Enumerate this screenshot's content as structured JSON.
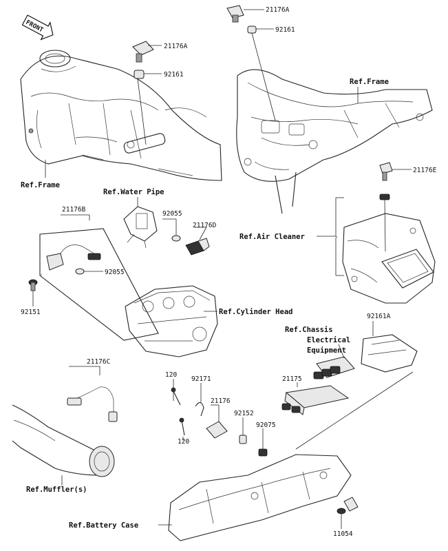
{
  "front_badge": "FRONT",
  "refs": {
    "frame_left": "Ref.Frame",
    "frame_right": "Ref.Frame",
    "water_pipe": "Ref.Water Pipe",
    "air_cleaner": "Ref.Air Cleaner",
    "cylinder_head": "Ref.Cylinder Head",
    "chassis_line1": "Ref.Chassis",
    "chassis_line2": "Electrical",
    "chassis_line3": "Equipment",
    "muffler": "Ref.Muffler(s)",
    "battery_case": "Ref.Battery Case"
  },
  "parts": {
    "p21176A_top": "21176A",
    "p92161_top": "92161",
    "p21176A_left": "21176A",
    "p92161_left": "92161",
    "p21176E": "21176E",
    "p21176B": "21176B",
    "p92055_a": "92055",
    "p21176D": "21176D",
    "p92055_b": "92055",
    "p92151": "92151",
    "p92161A": "92161A",
    "p21176C": "21176C",
    "p120_a": "120",
    "p92171": "92171",
    "p21176": "21176",
    "p21175": "21175",
    "p92152": "92152",
    "p92075": "92075",
    "p120_b": "120",
    "p11054": "11054"
  }
}
